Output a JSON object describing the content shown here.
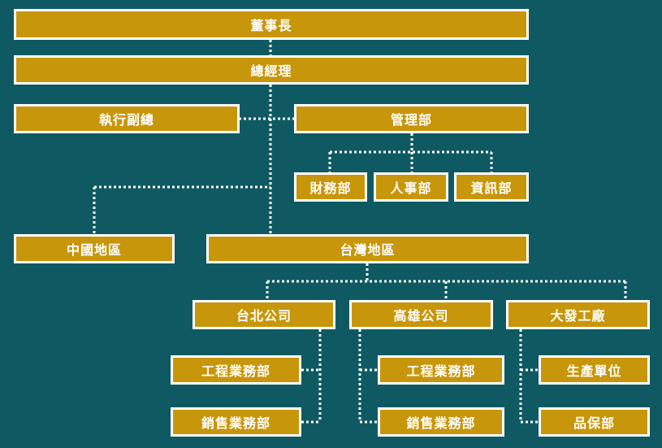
{
  "org": {
    "chairman": "董事長",
    "general_manager": "總經理",
    "executive_vp": "執行副總",
    "management_dept": "管理部",
    "finance_dept": "財務部",
    "hr_dept": "人事部",
    "it_dept": "資訊部",
    "china_region": "中國地區",
    "taiwan_region": "台灣地區",
    "taipei_company": "台北公司",
    "kaohsiung_company": "高雄公司",
    "dafa_factory": "大發工廠",
    "taipei_engineering": "工程業務部",
    "taipei_sales": "銷售業務部",
    "kaohsiung_engineering": "工程業務部",
    "kaohsiung_sales": "銷售業務部",
    "production_unit": "生產單位",
    "quality_dept": "品保部"
  },
  "colors": {
    "background": "#0f5a62",
    "box_fill": "#c8960a",
    "box_border": "#ffffff",
    "connector": "#ffffff"
  }
}
